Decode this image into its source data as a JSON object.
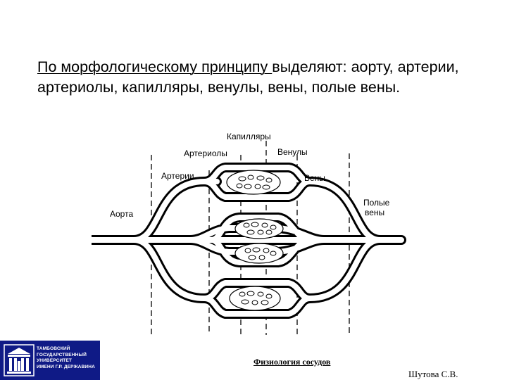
{
  "slide": {
    "text_underlined": "По морфологическому принципу ",
    "text_rest": "выделяют: аорту, артерии, артериолы, капилляры, венулы, вены, полые вены."
  },
  "diagram": {
    "labels": {
      "aorta": "Аорта",
      "arteries": "Артерии",
      "arterioles": "Артериолы",
      "capillaries": "Капилляры",
      "venules": "Венулы",
      "veins": "Вены",
      "vena_cava_1": "Полые",
      "vena_cava_2": "вены"
    }
  },
  "footer": {
    "university_name": "ТАМБОВСКИЙ\nГОСУДАРСТВЕННЫЙ\nУНИВЕРСИТЕТ\nИМЕНИ Г.Р. ДЕРЖАВИНА",
    "course_title": "Физиология сосудов",
    "author": "Шутова С.В."
  },
  "colors": {
    "footer_background": "#0b0b6e",
    "text": "#000000"
  },
  "icons": {
    "logo": "university-building-emblem-icon"
  }
}
